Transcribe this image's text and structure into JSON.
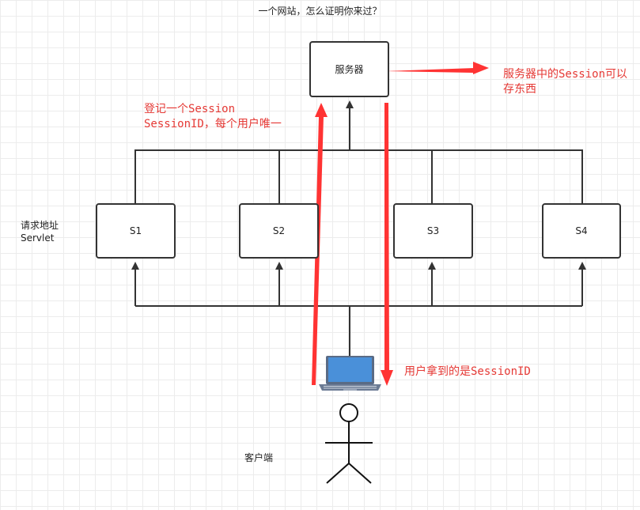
{
  "title": "一个网站，怎么证明你来过？",
  "server": {
    "label": "服务器"
  },
  "servlets": [
    {
      "label": "S1"
    },
    {
      "label": "S2"
    },
    {
      "label": "S3"
    },
    {
      "label": "S4"
    }
  ],
  "left_label": {
    "line1": "请求地址",
    "line2": "Servlet"
  },
  "client_label": "客户端",
  "notes": {
    "right": {
      "line1": "服务器中的Session可以",
      "line2": "存东西"
    },
    "left": {
      "line1": "登记一个Session",
      "line2": "SessionID，每个用户唯一"
    },
    "bottom": "用户拿到的是SessionID"
  },
  "colors": {
    "line": "#333333",
    "accent_red": "#e53935",
    "laptop_screen": "#4a90d9",
    "laptop_body": "#5a6b85"
  },
  "icons": {
    "client_device": "laptop-icon",
    "user": "stick-figure-icon"
  }
}
